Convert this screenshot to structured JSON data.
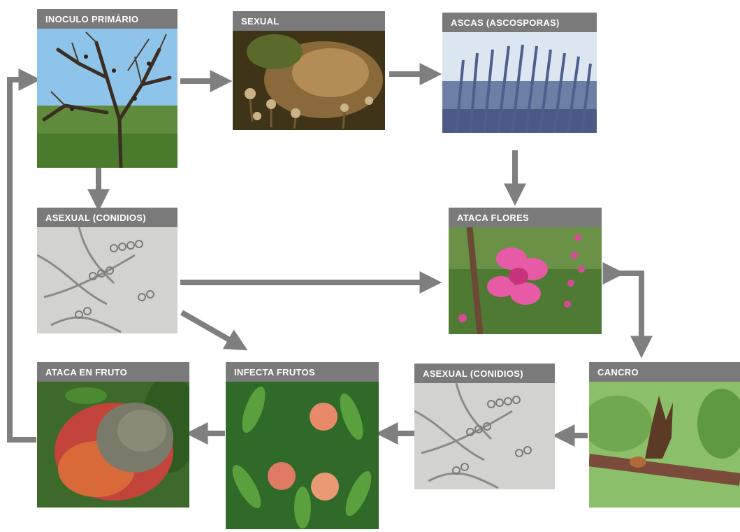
{
  "nodes": {
    "inoculo_primario": "INOCULO PRIMÁRIO",
    "sexual": "SEXUAL",
    "ascas": "ASCAS (ASCOSPORAS)",
    "asexual_top": "ASEXUAL (CONIDIOS)",
    "ataca_flores": "ATACA FLORES",
    "ataca_en_fruto": "ATACA EN FRUTO",
    "infecta_frutos": "INFECTA FRUTOS",
    "asexual_bottom": "ASEXUAL (CONIDIOS)",
    "cancro": "CANCRO"
  },
  "colors": {
    "label_bg": "#7a7a7a",
    "arrow": "#7f7f7f"
  }
}
